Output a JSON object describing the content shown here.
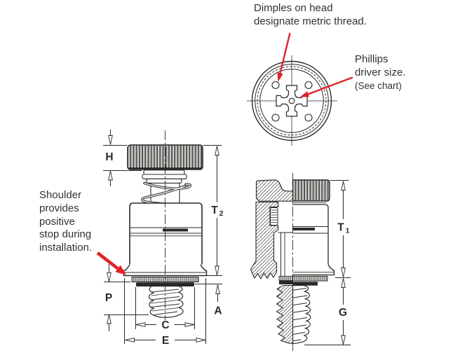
{
  "figure": {
    "title": "Captive panel screw technical diagram",
    "notes": {
      "dimples": "Dimples on head\ndesignate metric thread.",
      "phillips": "Phillips\ndriver size.",
      "phillips_sub": "(See chart)",
      "shoulder": "Shoulder\nprovides\npositive\nstop during\ninstallation."
    },
    "dimensions": {
      "head_height": "H",
      "t2_base": "T",
      "t2_sub": "2",
      "protrusion": "P",
      "panel_grip": "A",
      "thread_clearance_dia": "C",
      "shoulder_dia": "E",
      "t1_base": "T",
      "t1_sub": "1",
      "thread_length": "G"
    },
    "colors": {
      "line": "#2b2927",
      "annotation_text": "#33312f",
      "accent_red": "#e32228",
      "background": "#ffffff"
    }
  }
}
